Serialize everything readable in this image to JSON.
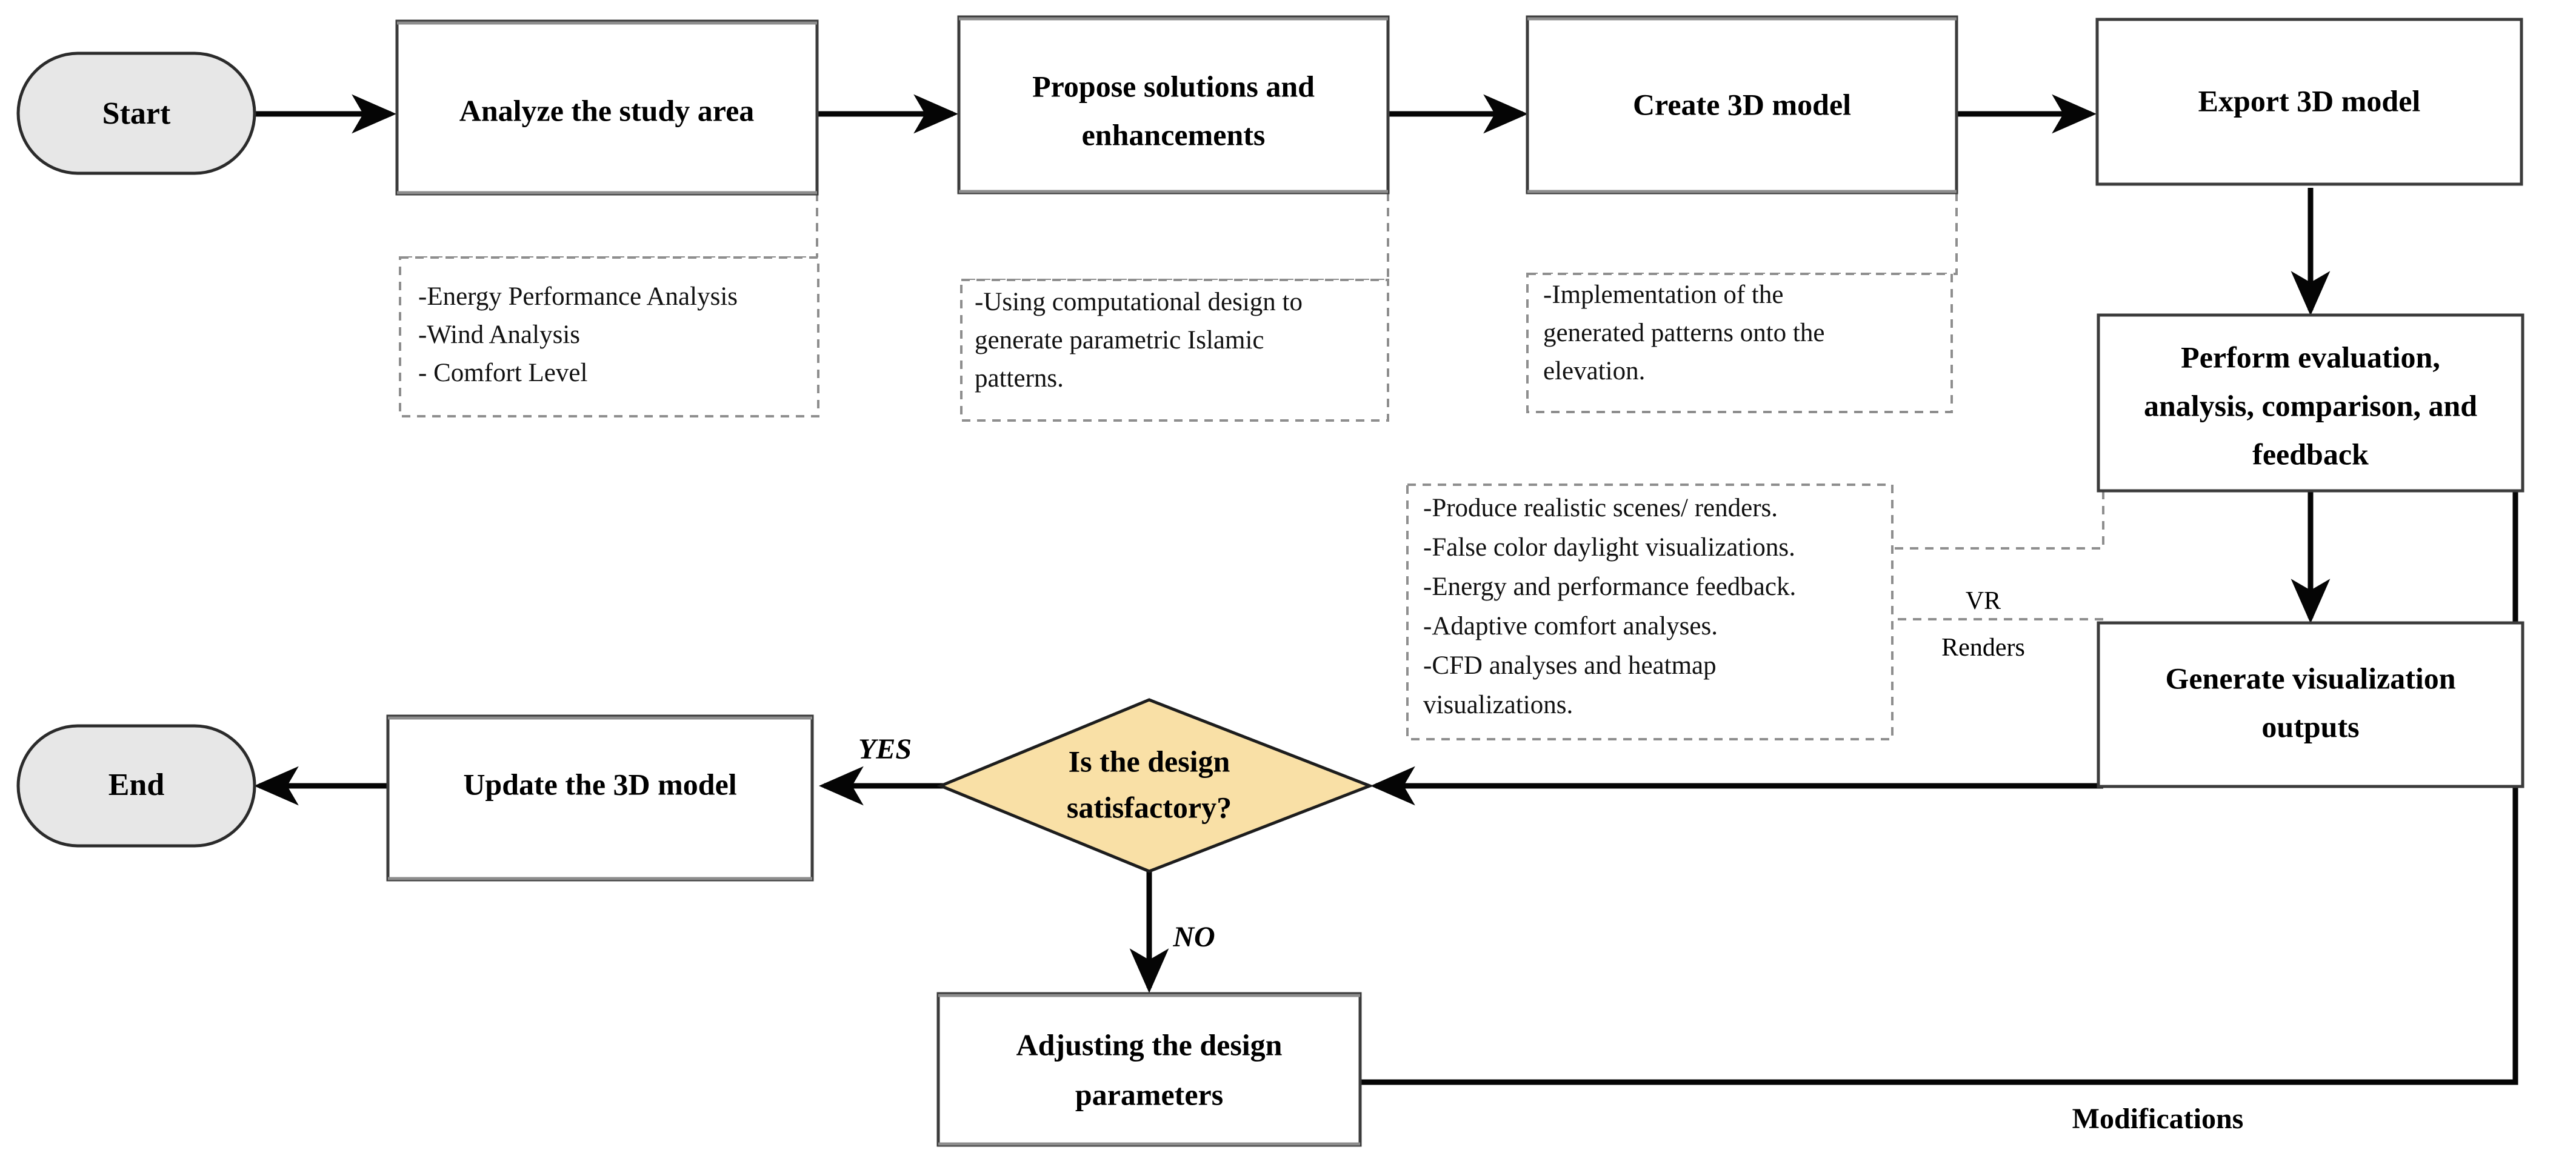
{
  "diagram": {
    "title": "Design workflow flowchart",
    "colors": {
      "terminator_fill": "#E7E7E7",
      "decision_fill": "#F9E0A6",
      "process_fill": "#FFFFFF",
      "border": "#3B3B3B",
      "dashed_border": "#8E8E8E",
      "arrow": "#050505"
    }
  },
  "nodes": {
    "start": {
      "label": "Start",
      "type": "terminator"
    },
    "analyze": {
      "label": "Analyze the study area",
      "type": "process"
    },
    "propose_line1": {
      "label": "Propose solutions and",
      "type": "process"
    },
    "propose_line2": {
      "label": "enhancements",
      "type": "process"
    },
    "create_model": {
      "label": "Create 3D model",
      "type": "process"
    },
    "export_model": {
      "label": "Export 3D model",
      "type": "process"
    },
    "perform_line1": {
      "label": "Perform evaluation,",
      "type": "process"
    },
    "perform_line2": {
      "label": "analysis, comparison, and",
      "type": "process"
    },
    "perform_line3": {
      "label": "feedback",
      "type": "process"
    },
    "generate_line1": {
      "label": "Generate visualization",
      "type": "process"
    },
    "generate_line2": {
      "label": "outputs",
      "type": "process"
    },
    "decision_line1": {
      "label": "Is the design",
      "type": "decision"
    },
    "decision_line2": {
      "label": "satisfactory?",
      "type": "decision"
    },
    "update_model": {
      "label": "Update the 3D model",
      "type": "process"
    },
    "end": {
      "label": "End",
      "type": "terminator"
    },
    "adjust_line1": {
      "label": "Adjusting the design",
      "type": "process"
    },
    "adjust_line2": {
      "label": "parameters",
      "type": "process"
    }
  },
  "edge_labels": {
    "yes": "YES",
    "no": "NO",
    "vr": "VR",
    "renders": "Renders",
    "modifications": "Modifications"
  },
  "annotations": {
    "analyze_notes": [
      "-Energy Performance Analysis",
      "-Wind Analysis",
      "- Comfort Level"
    ],
    "propose_notes": [
      "-Using computational design to",
      "generate parametric Islamic",
      "patterns."
    ],
    "create_notes": [
      "-Implementation of the",
      "generated patterns onto the",
      "elevation."
    ],
    "visualization_notes": [
      "-Produce realistic scenes/ renders.",
      "-False color daylight visualizations.",
      "-Energy and performance feedback.",
      "-Adaptive comfort analyses.",
      "-CFD analyses and heatmap",
      "visualizations."
    ]
  }
}
